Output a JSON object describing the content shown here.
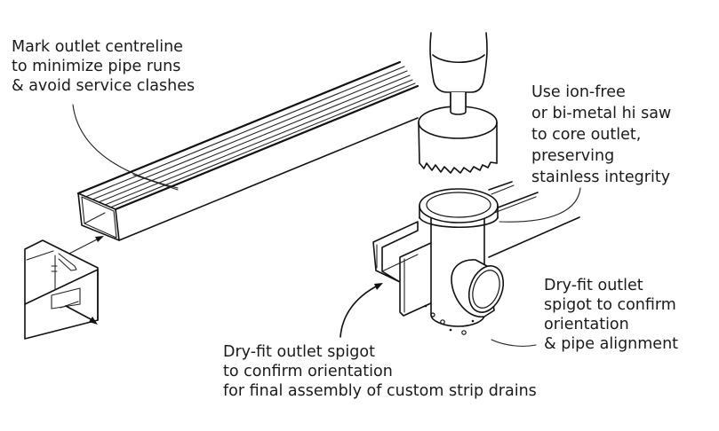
{
  "figure": {
    "type": "technical illustration",
    "subject": "custom stainless strip drain outlet fabrication",
    "line_color": "#111111",
    "background": "#ffffff",
    "callouts": [
      {
        "id": "mark-centreline",
        "lines": [
          "Mark outlet centreline",
          "to minimize pipe runs",
          "& avoid service clashes"
        ],
        "points_to": "strip drain channel"
      },
      {
        "id": "core-outlet",
        "lines": [
          "Use ion-free",
          "or bi-metal hi saw",
          "to core outlet,",
          "preserving",
          "stainless integrity"
        ],
        "points_to": "outlet body / hole saw"
      },
      {
        "id": "dry-fit-right",
        "lines": [
          "Dry-fit outlet",
          "spigot to confirm",
          "orientation",
          "& pipe alignment"
        ],
        "points_to": "outlet spigot"
      },
      {
        "id": "dry-fit-bottom",
        "lines": [
          "Dry-fit outlet spigot",
          "to confirm orientation",
          "for final assembly of custom strip drains"
        ],
        "points_to": "channel end"
      }
    ],
    "components": [
      "strip-drain-channel",
      "end-cap-block",
      "drill-chuck",
      "hole-saw",
      "outlet-body",
      "side-spigot",
      "swarf-particles"
    ]
  }
}
